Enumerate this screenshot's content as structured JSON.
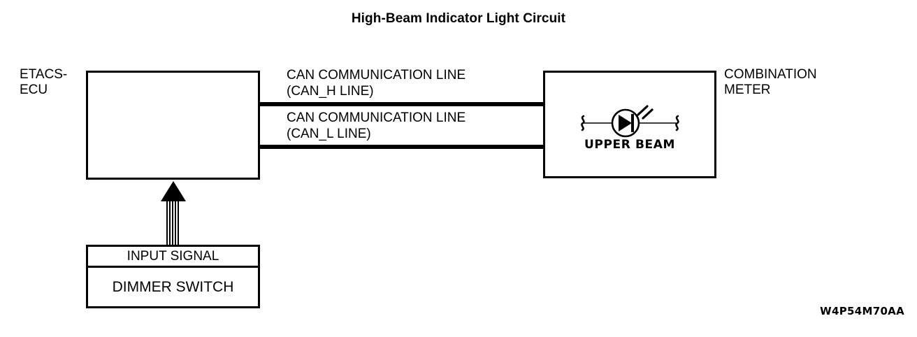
{
  "diagram": {
    "title": "High-Beam Indicator Light Circuit",
    "drawing_code": "W4P54M70AA",
    "colors": {
      "ink": "#000000",
      "background": "#ffffff"
    }
  },
  "components": {
    "etacs_ecu": {
      "label": "ETACS-\nECU"
    },
    "combination_meter": {
      "label": "COMBINATION\nMETER",
      "indicator": {
        "symbol_name": "led-lamp-upper-beam",
        "label": "UPPER  BEAM"
      }
    },
    "dimmer_switch": {
      "input_signal_label": "INPUT SIGNAL",
      "switch_label": "DIMMER SWITCH"
    }
  },
  "connections": {
    "can_h": {
      "label": "CAN COMMUNICATION LINE\n(CAN_H LINE)"
    },
    "can_l": {
      "label": "CAN COMMUNICATION LINE\n(CAN_L LINE)"
    },
    "input_signal_arrow": {
      "name": "input-signal-arrow",
      "direction": "up"
    }
  }
}
